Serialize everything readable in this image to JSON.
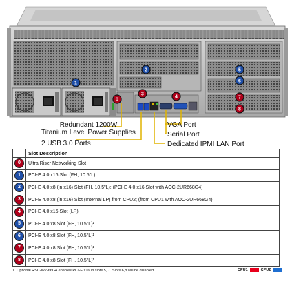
{
  "callouts": {
    "psu_line1": "Redundant 1200W",
    "psu_line2": "Titanium Level Power Supplies",
    "usb": "2 USB 3.0 Ports",
    "vga": "VGA Port",
    "serial": "Serial Port",
    "ipmi": "Dedicated IPMI LAN Port"
  },
  "colors": {
    "cpu1": "#e8001c",
    "cpu2": "#1f6fd1",
    "badge_dark": "#2a2a2a"
  },
  "table": {
    "header": "Slot Description",
    "rows": [
      {
        "badge": "0",
        "color": "#b0001a",
        "desc": "Ultra Riser Networking Slot"
      },
      {
        "badge": "1",
        "color": "#1f4fa8",
        "desc": "PCI-E 4.0 x16 Slot (FH, 10.5\"L)"
      },
      {
        "badge": "2",
        "color": "#1f4fa8",
        "desc": "PCI-E 4.0 x8 (in x16) Slot (FH, 10.5\"L); (PCI-E 4.0 x16 Slot with AOC-2UR668G4)"
      },
      {
        "badge": "3",
        "color": "#b0001a",
        "desc": "PCI-E 4.0 x8 (in x16) Slot (Internal LP) from CPU2; (from CPU1 with AOC-2UR668G4)"
      },
      {
        "badge": "4",
        "color": "#b0001a",
        "desc": "PCI-E 4.0 x16 Slot (LP)"
      },
      {
        "badge": "5",
        "color": "#1f4fa8",
        "desc": "PCI-E 4.0 x8 Slot (FH, 10.5\"L)¹"
      },
      {
        "badge": "6",
        "color": "#1f4fa8",
        "desc": "PCI-E 4.0 x8 Slot (FH, 10.5\"L)¹"
      },
      {
        "badge": "7",
        "color": "#b0001a",
        "desc": "PCI-E 4.0 x8 Slot (FH, 10.5\"L)¹"
      },
      {
        "badge": "8",
        "color": "#b0001a",
        "desc": "PCI-E 4.0 x8 Slot (FH, 10.5\"L)¹"
      }
    ]
  },
  "footnote": "1. Optional RSC-W2-66G4 enables PCI-E x16 in slots 5, 7.  Slots 6,8 will be disabled.",
  "legend": {
    "cpu1": "CPU1",
    "cpu2": "CPU2"
  }
}
